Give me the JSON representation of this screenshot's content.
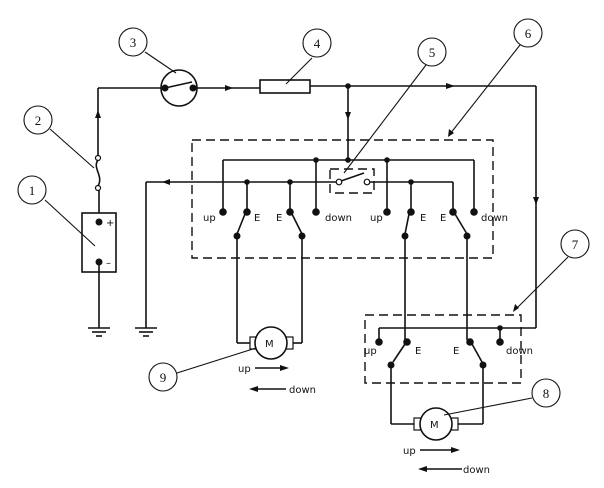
{
  "diagram": {
    "title": "Electric window lift wiring diagram",
    "callouts": [
      {
        "id": "1",
        "label": "1",
        "refers_to": "battery"
      },
      {
        "id": "2",
        "label": "2",
        "refers_to": "fuse"
      },
      {
        "id": "3",
        "label": "3",
        "refers_to": "ignition switch"
      },
      {
        "id": "4",
        "label": "4",
        "refers_to": "relay / resistor"
      },
      {
        "id": "5",
        "label": "5",
        "refers_to": "safety switch"
      },
      {
        "id": "6",
        "label": "6",
        "refers_to": "main control switch unit"
      },
      {
        "id": "7",
        "label": "7",
        "refers_to": "door switch unit"
      },
      {
        "id": "8",
        "label": "8",
        "refers_to": "door window motor"
      },
      {
        "id": "9",
        "label": "9",
        "refers_to": "window motor"
      }
    ],
    "battery": {
      "plus": "+",
      "minus": "–"
    },
    "main_switch_terminals": [
      "up",
      "E",
      "E",
      "down",
      "up",
      "E",
      "E",
      "down"
    ],
    "door_switch_terminals": [
      "up",
      "E",
      "E",
      "down"
    ],
    "motor_label": "M",
    "motor_left": {
      "up": "up",
      "down": "down"
    },
    "motor_right": {
      "up": "up",
      "down": "down"
    }
  }
}
